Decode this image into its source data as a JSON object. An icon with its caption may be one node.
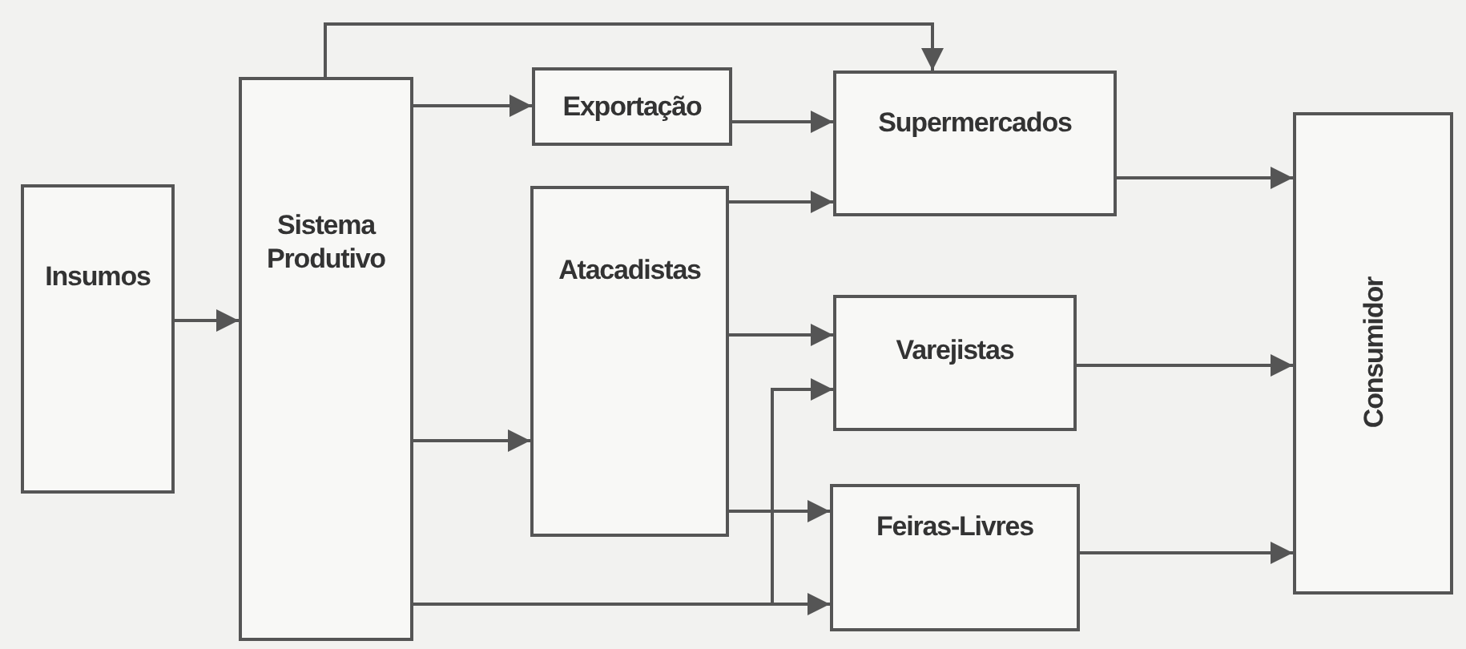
{
  "diagram": {
    "nodes": [
      {
        "text": [
          "Insumos"
        ]
      },
      {
        "text": [
          "Sistema Produtivo"
        ]
      },
      {
        "text": [
          "Exportação"
        ]
      },
      {
        "text": [
          "Atacadistas"
        ]
      },
      {
        "text": [
          "Supermercados"
        ]
      },
      {
        "text": [
          "Varejistas"
        ]
      },
      {
        "text": [
          "Feiras-Livres"
        ]
      },
      {
        "text": [
          "Consumidor"
        ]
      }
    ],
    "edges": [
      {
        "from": 0,
        "to": 1,
        "arrow": "to"
      },
      {
        "from": 1,
        "to": 2,
        "arrow": "to"
      },
      {
        "from": 1,
        "to": 4,
        "arrow": "to"
      },
      {
        "from": 1,
        "to": 3,
        "arrow": "to"
      },
      {
        "from": 2,
        "to": 4,
        "arrow": "to"
      },
      {
        "from": 3,
        "to": 4,
        "arrow": "to"
      },
      {
        "from": 3,
        "to": 5,
        "arrow": "to"
      },
      {
        "from": 3,
        "to": 6,
        "arrow": "to"
      },
      {
        "from": 1,
        "to": 5,
        "arrow": "to"
      },
      {
        "from": 1,
        "to": 6,
        "arrow": "to"
      },
      {
        "from": 4,
        "to": 7,
        "arrow": "to"
      },
      {
        "from": 5,
        "to": 7,
        "arrow": "to"
      },
      {
        "from": 6,
        "to": 7,
        "arrow": "to"
      }
    ]
  }
}
